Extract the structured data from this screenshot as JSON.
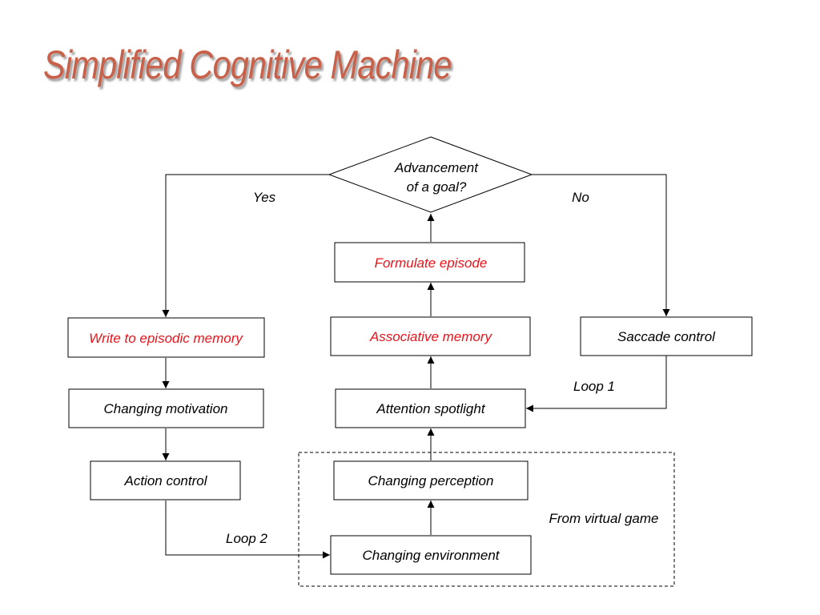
{
  "title": "Simplified Cognitive Machine",
  "colors": {
    "title": "#c8604a",
    "highlight_text": "#e8141b"
  },
  "decision": {
    "line1": "Advancement",
    "line2": "of a goal?"
  },
  "nodes": {
    "formulate_episode": "Formulate episode",
    "write_episodic_memory": "Write to episodic memory",
    "associative_memory": "Associative memory",
    "saccade_control": "Saccade control",
    "changing_motivation": "Changing motivation",
    "attention_spotlight": "Attention spotlight",
    "action_control": "Action control",
    "changing_perception": "Changing perception",
    "changing_environment": "Changing environment"
  },
  "labels": {
    "yes": "Yes",
    "no": "No",
    "loop1": "Loop 1",
    "loop2": "Loop 2",
    "from_virtual_game": "From virtual game"
  }
}
